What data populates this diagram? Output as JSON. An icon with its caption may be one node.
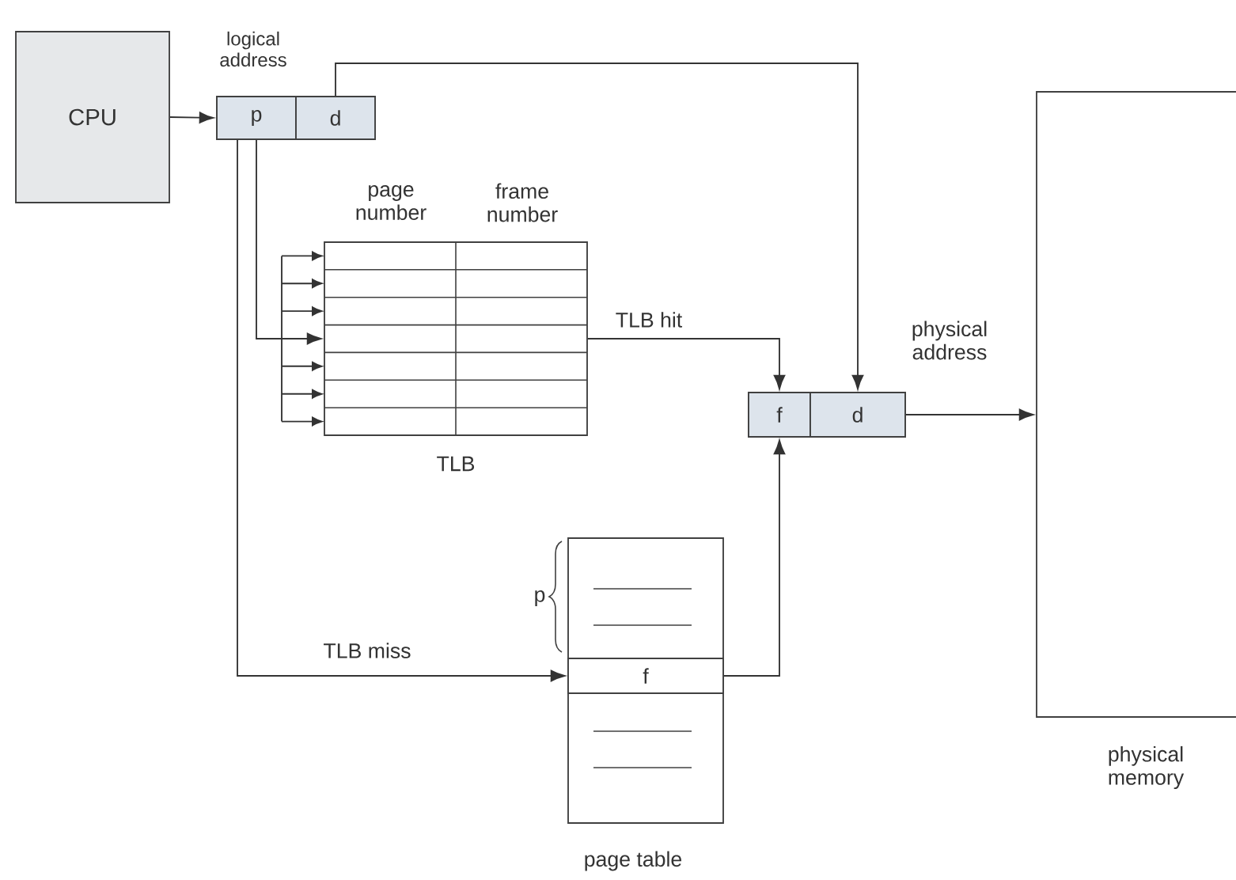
{
  "diagram": {
    "nodes": [
      {
        "text": [
          "CPU"
        ]
      },
      {
        "text": [
          "logical address"
        ]
      },
      {
        "text": [
          "p"
        ],
        "in": 1
      },
      {
        "text": [
          "d"
        ],
        "in": 1
      },
      {
        "text": [
          "page number",
          "frame number",
          "TLB"
        ]
      },
      {
        "text": [
          "physical address"
        ]
      },
      {
        "text": [
          "f"
        ],
        "in": 5
      },
      {
        "text": [
          "d"
        ],
        "in": 5
      },
      {
        "text": [
          "page table"
        ]
      },
      {
        "text": [
          "f"
        ],
        "in": 8
      },
      {
        "text": [
          "physical memory"
        ]
      }
    ],
    "edges": [
      {
        "from": 0,
        "to": 2,
        "arrow": "to"
      },
      {
        "from": 3,
        "to": 7,
        "arrow": "to"
      },
      {
        "from": 2,
        "to": 4,
        "arrow": "to"
      },
      {
        "from": 4,
        "to": 6,
        "arrow": "to",
        "label": "TLB hit"
      },
      {
        "from": 2,
        "to": 9,
        "arrow": "to",
        "label": "TLB miss"
      },
      {
        "from": 9,
        "to": 6,
        "arrow": "to"
      },
      {
        "from": 7,
        "to": 10,
        "arrow": "to"
      }
    ],
    "labels": [
      "p"
    ]
  }
}
